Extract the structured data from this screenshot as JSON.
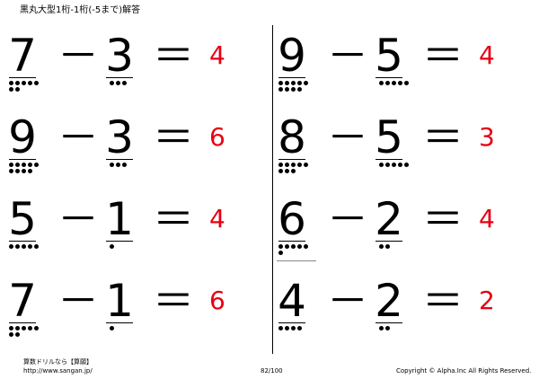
{
  "header": {
    "title": "黒丸大型1桁-1桁(-5まで)解答"
  },
  "columns": [
    [
      {
        "a": "7",
        "b": "3",
        "ans": "4",
        "dotsA": 7,
        "dotsB": 3
      },
      {
        "a": "9",
        "b": "3",
        "ans": "6",
        "dotsA": 9,
        "dotsB": 3
      },
      {
        "a": "5",
        "b": "1",
        "ans": "4",
        "dotsA": 5,
        "dotsB": 1
      },
      {
        "a": "7",
        "b": "1",
        "ans": "6",
        "dotsA": 7,
        "dotsB": 1
      }
    ],
    [
      {
        "a": "9",
        "b": "5",
        "ans": "4",
        "dotsA": 9,
        "dotsB": 5
      },
      {
        "a": "8",
        "b": "5",
        "ans": "3",
        "dotsA": 8,
        "dotsB": 5
      },
      {
        "a": "6",
        "b": "2",
        "ans": "4",
        "dotsA": 6,
        "dotsB": 2
      },
      {
        "a": "4",
        "b": "2",
        "ans": "2",
        "dotsA": 4,
        "dotsB": 2
      }
    ]
  ],
  "symbols": {
    "minus": "－",
    "equals": "＝"
  },
  "footer": {
    "brand": "算数ドリルなら【算願】",
    "url": "http://www.sangan.jp/",
    "page": "82/100",
    "copyright": "Copyright © Alpha.Inc All Rights Reserved."
  }
}
